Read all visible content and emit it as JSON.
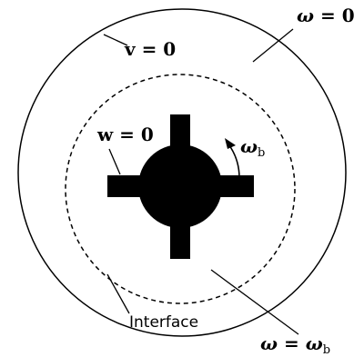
{
  "diagram": {
    "labels": {
      "outer_omega": {
        "sym": "ω",
        "rest": " = 0"
      },
      "velocity": {
        "sym": "v",
        "rest": " = 0"
      },
      "w_zero": {
        "sym": "w",
        "rest": " = 0"
      },
      "omega_b": {
        "sym": "ω",
        "sub": "b"
      },
      "interface": "Interface",
      "omega_eq": {
        "sym": "ω",
        "mid": " = ",
        "sym2": "ω",
        "sub": "b"
      }
    },
    "colors": {
      "stroke": "#000000",
      "fill": "#000000",
      "background": "#ffffff"
    }
  }
}
